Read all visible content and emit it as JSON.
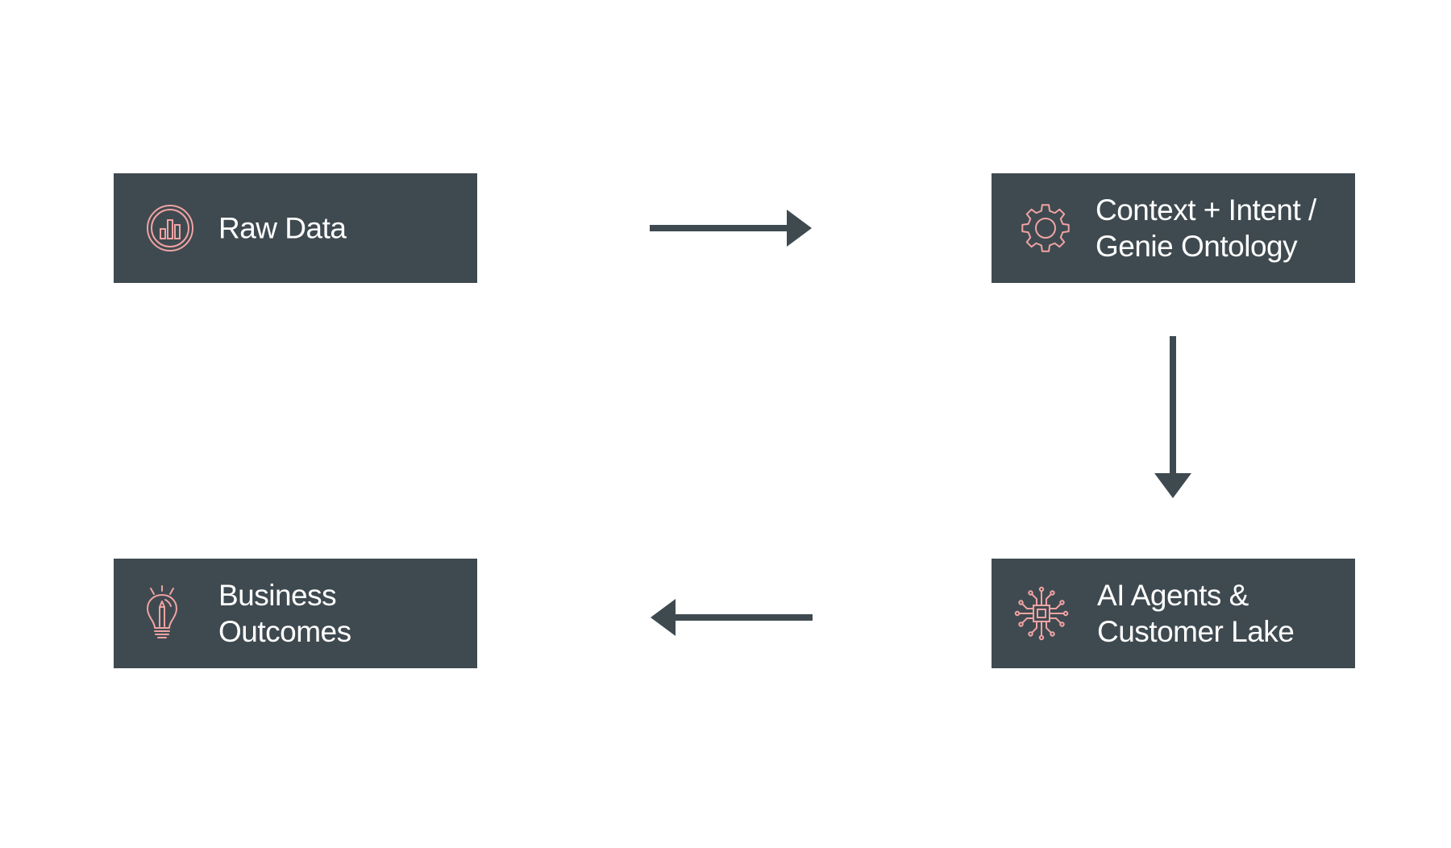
{
  "colors": {
    "background": "#ffffff",
    "box_fill": "#3f4a50",
    "box_text": "#ffffff",
    "icon_stroke": "#f0a3a3",
    "arrow": "#3f4a50"
  },
  "nodes": {
    "raw_data": {
      "icon": "bar-chart-circle-icon",
      "lines": [
        "Raw Data"
      ]
    },
    "context": {
      "icon": "gear-icon",
      "lines": [
        "Context + Intent /",
        "Genie Ontology"
      ]
    },
    "agents": {
      "icon": "ai-chip-circuit-icon",
      "lines": [
        "AI Agents &",
        "Customer Lake"
      ]
    },
    "outcomes": {
      "icon": "lightbulb-pencil-icon",
      "lines": [
        "Business",
        "Outcomes"
      ]
    }
  },
  "edges": [
    {
      "from": "raw_data",
      "to": "context",
      "direction": "right"
    },
    {
      "from": "context",
      "to": "agents",
      "direction": "down"
    },
    {
      "from": "agents",
      "to": "outcomes",
      "direction": "left"
    }
  ]
}
